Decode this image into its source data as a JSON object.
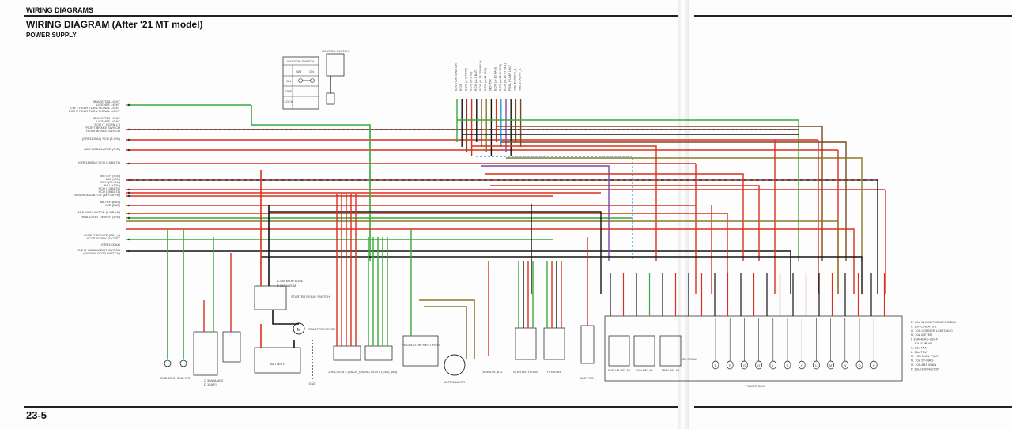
{
  "header": {
    "section": "WIRING DIAGRAMS",
    "title": "WIRING DIAGRAM (After '21 MT model)",
    "subtitle": "POWER SUPPLY:"
  },
  "page_number": "23-5",
  "left_labels": [
    "BRAKE/TAILLIGHT",
    "LICENSE LIGHT",
    "LEFT REAR TURN SIGNAL LIGHT",
    "RIGHT REAR TURN SIGNAL LIGHT",
    "BRAKE/TAILLIGHT",
    "LICENSE LIGHT",
    "SCU (7 HORN (-))",
    "FRONT BRAKE SWITCH",
    "REAR BRAKE SWITCH",
    "(CRF1100A4) SCU (3 IGN)",
    "ABS MODULATOR (7 IG)",
    "(CRF1100A4) SCU (43 BAT1)",
    "METER (IGN)",
    "MID (IGN)",
    "SCU (26 IGN)",
    "IMU (+12V)",
    "SCU (13 BAT2)",
    "SCU (28 BAT1)",
    "ABS MODULATOR (18 FSR +B)",
    "METER (BAT)",
    "MID (BAT)",
    "ABS MODULATOR (9 MR +B)",
    "HEADLIGHT DRIVER (IGN)",
    "CLIGHT DRIVER (IGN_L)",
    "ACCESSORY SOCKET",
    "(CRF1100A4)",
    "RIGHT HANDLEBAR SWITCH",
    "(ENGINE STOP SWITCH)"
  ],
  "ignition_switch": {
    "title": "IGNITION SWITCH",
    "cols": [
      "BAT",
      "ON"
    ],
    "rows": [
      "ON",
      "OFF",
      "LOCK"
    ],
    "small_label": "IGNITION SWITCH"
  },
  "top_labels": [
    "IGNITION SWITCH",
    "ECM",
    "ECM (A-8 TBW)",
    "ECM (A-1 IG)",
    "ECM (A-3 BAT)",
    "ECM (B-15 TBWRLY)",
    "ECM (A-11 IGN)",
    "MOTOR",
    "ECM (A-13 FAN)",
    "ECM (A-16 FI IGN)",
    "ECM (B-16 STRLY)",
    "FUEL PUMP UNIT",
    "WELD JOINT_1",
    "WELD JOINT_2"
  ],
  "main_fuse": {
    "rows": [
      {
        "id": "A",
        "amp": "30A",
        "name": "MAIN FUSE"
      },
      {
        "id": "B",
        "amp": "30A",
        "name": "ABS-M"
      }
    ],
    "relay_label": "STARTER RELAY SWITCH"
  },
  "bottom_labels": {
    "gnd_reg": "GND REG",
    "gnd_ws": "GND WS",
    "fuse_c_rows": [
      "C   30A   MAIN2",
      "D   15A   FI"
    ],
    "battery": "BATTERY",
    "starter_motor": "STARTER MOTOR",
    "gnd": "GND",
    "junction2": "JUNCTION 2 (BACK_UP)",
    "junction1": "JUNCTION 1 (GND_WA)",
    "regulator": "REGULATOR/ RECTIFIER",
    "alternator": "ALTERNATOR",
    "breath": "BREATH_B11",
    "starter_relay": "STARTER RELAY",
    "fi_relay": "FI RELAY",
    "abs_fsr": "ABS FSR+",
    "sub_vb_relay": "SUB VB RELAY",
    "fan_relay": "FAN RELAY",
    "tbw_relay": "TBW RELAY",
    "jel_relay": "JEL RELAY",
    "power_box": "POWER BOX",
    "motor_symbol": "M"
  },
  "power_box_fuses": [
    "E",
    "F",
    "G",
    "H",
    "I",
    "J",
    "K",
    "L",
    "M",
    "N",
    "O",
    "P"
  ],
  "fuse_table": [
    "E.   10A   CLOCK/T.JRN/FOG/DRL",
    "F.   10A   C HEATS 1",
    "G.   10A   CORNER LIGHT/ACC",
    "H.   10A   METER",
    "I.   15A   HEAD LIGHT",
    "J.   10A   SUB VB",
    "K.   20A   FAN",
    "L.   10A   TBW",
    "M.   10A   FUEL PUMP",
    "N.   10A   ST-MAG",
    "O.   10A   ABS MAIN",
    "P.   10A   HORN/STOP"
  ],
  "colors": {
    "red": "#d8301e",
    "green": "#3aa83a",
    "black": "#141414",
    "brown": "#7a4a1c",
    "olive": "#8a7a2a",
    "blue": "#2a9ad6",
    "purple": "#7a4aa8",
    "gray": "#8a8a8a",
    "pink": "#e07070"
  }
}
